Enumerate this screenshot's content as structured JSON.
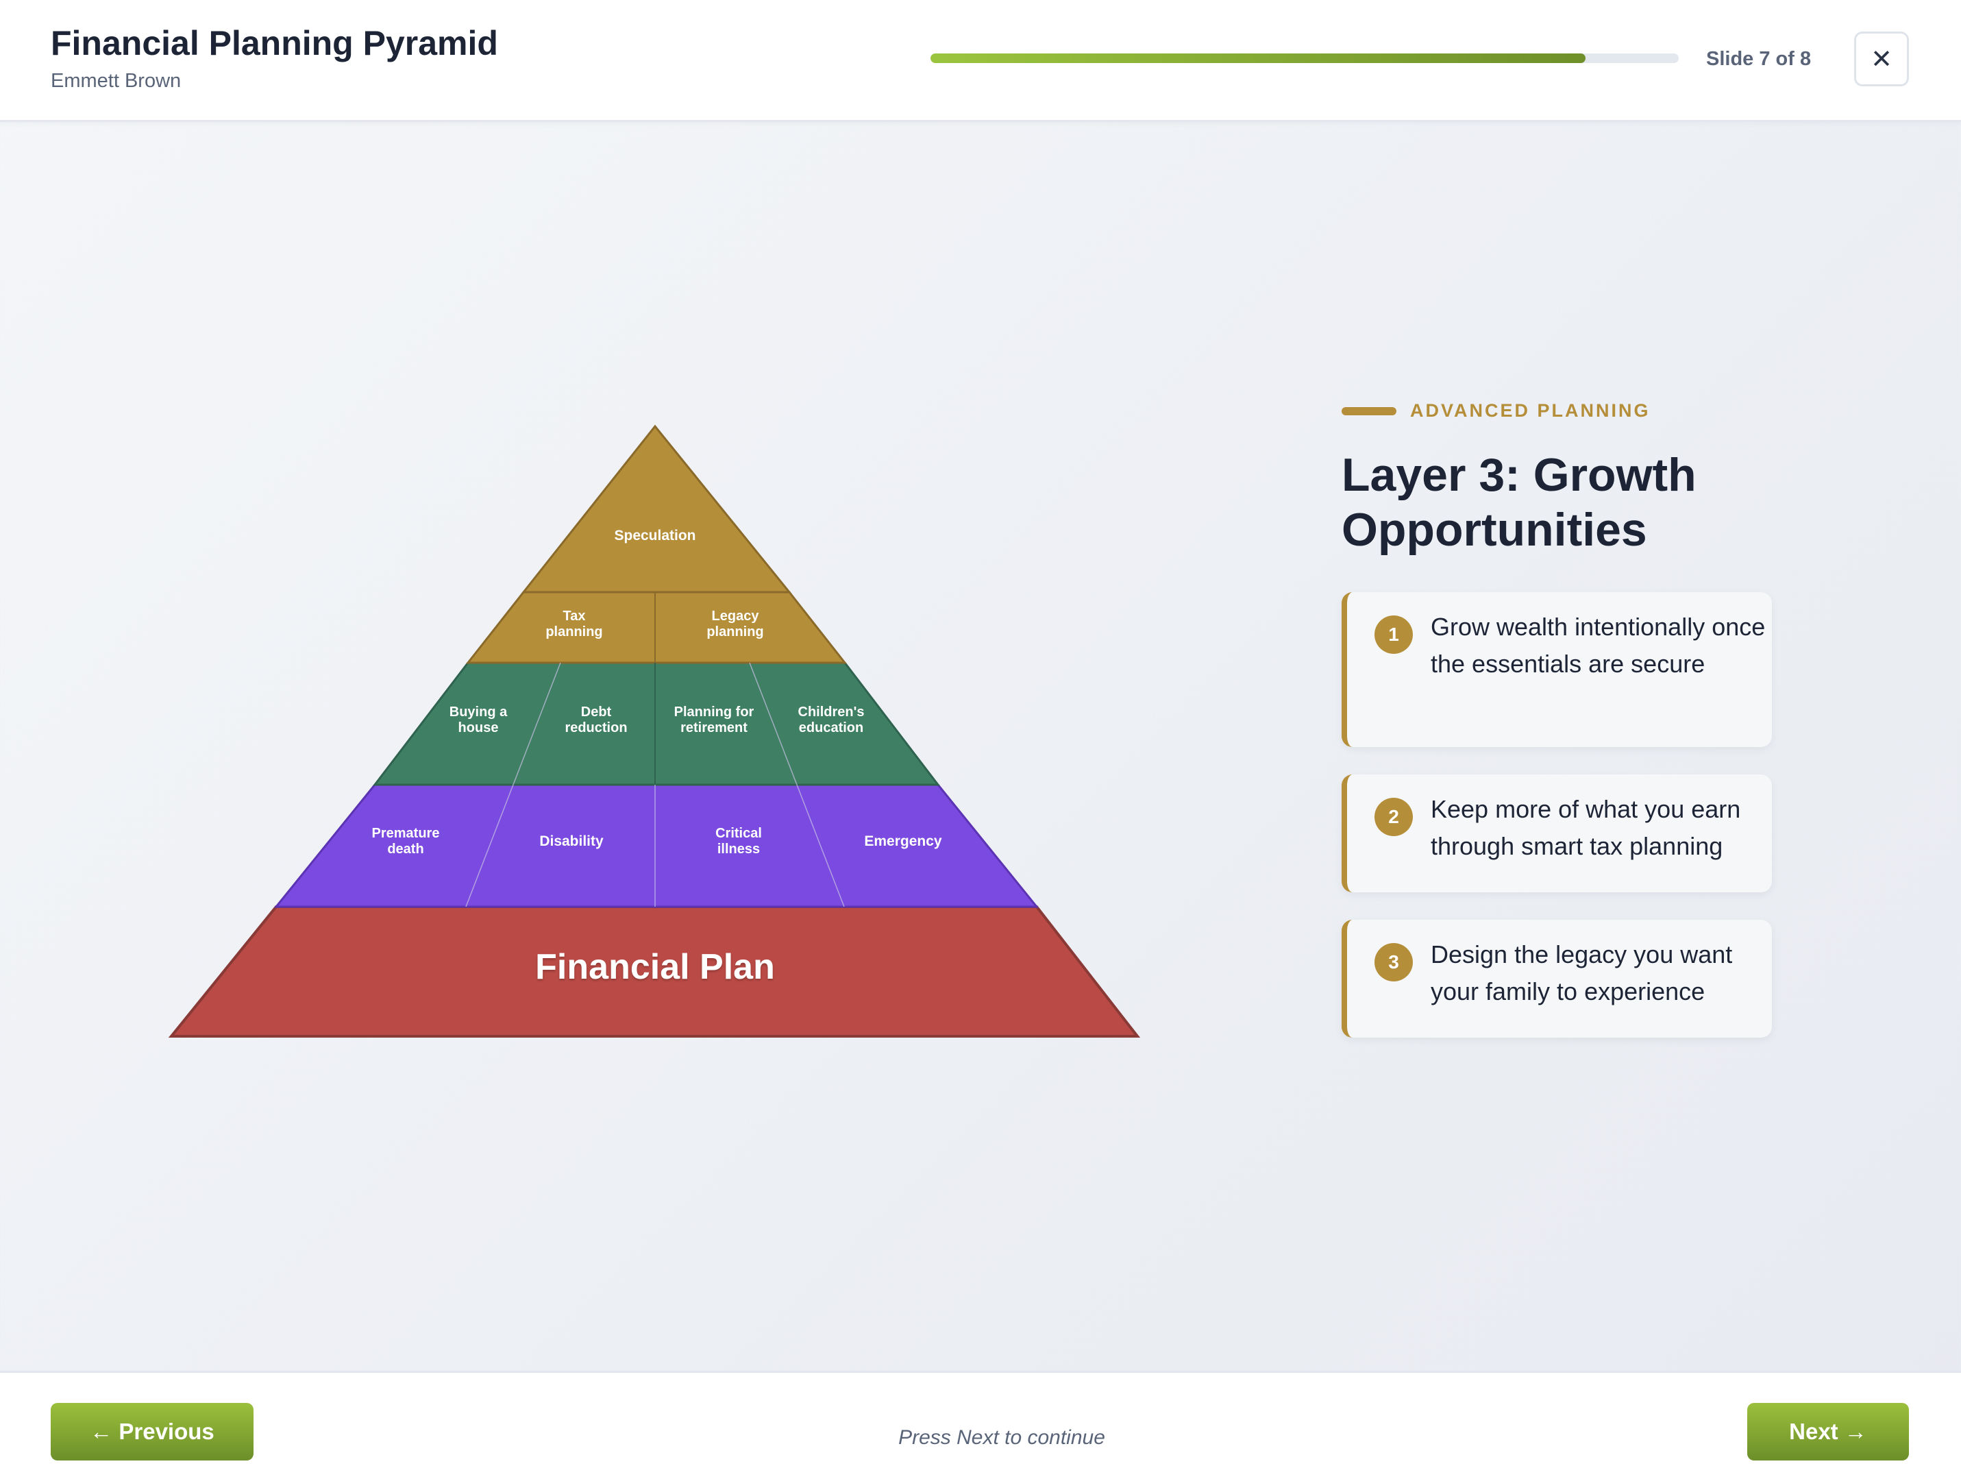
{
  "header": {
    "title": "Financial Planning Pyramid",
    "subtitle": "Emmett Brown",
    "progress": 0.875,
    "slide_counter": "Slide 7 of 8",
    "close_glyph": "✕"
  },
  "colors": {
    "gold": "#b58e3a",
    "green": "#3f7f63",
    "purple": "#7b4ae0",
    "red": "#ba4a45",
    "accent_green": "#8cb33a"
  },
  "pyramid": {
    "speculation": "Speculation",
    "tax_1": "Tax",
    "tax_2": "planning",
    "legacy_1": "Legacy",
    "legacy_2": "planning",
    "house_1": "Buying a",
    "house_2": "house",
    "debt_1": "Debt",
    "debt_2": "reduction",
    "retirement_1": "Planning for",
    "retirement_2": "retirement",
    "education_1": "Children's",
    "education_2": "education",
    "death_1": "Premature",
    "death_2": "death",
    "disability": "Disability",
    "illness_1": "Critical",
    "illness_2": "illness",
    "emergency": "Emergency",
    "base": "Financial Plan"
  },
  "panel": {
    "kicker": "ADVANCED PLANNING",
    "title": "Layer 3: Growth Opportunities",
    "points": [
      {
        "num": "1",
        "text": "Grow wealth intentionally once the essentials are secure"
      },
      {
        "num": "2",
        "text": "Keep more of what you earn through smart tax planning"
      },
      {
        "num": "3",
        "text": "Design the legacy you want your family to experience"
      }
    ]
  },
  "footer": {
    "prev_label": "← Previous",
    "hint": "Press Next to continue",
    "next_label": "Next →"
  }
}
